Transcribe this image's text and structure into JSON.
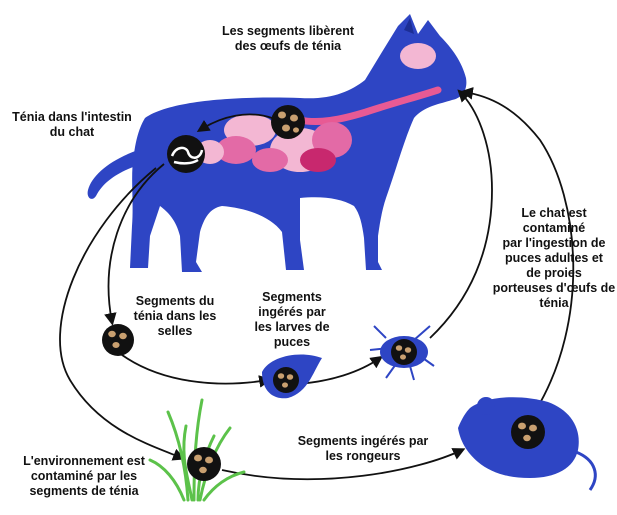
{
  "labels": {
    "segments_release": "Les segments libèrent",
    "segments_release_2": "des œufs de ténia",
    "tapeworm_intestine": "Ténia dans l'intestin",
    "tapeworm_intestine_2": "du chat",
    "segments_stool": "Segments du",
    "segments_stool_2": "ténia dans les",
    "segments_stool_3": "selles",
    "segments_flea_larvae": "Segments",
    "segments_flea_larvae_2": "ingérés par",
    "segments_flea_larvae_3": "les larves de",
    "segments_flea_larvae_4": "puces",
    "cat_contaminated": "Le chat est",
    "cat_contaminated_2": "contaminé",
    "cat_contaminated_3": "par l'ingestion de",
    "cat_contaminated_4": "puces adultes et",
    "cat_contaminated_5": "de proies",
    "cat_contaminated_6": "porteuses d'œufs de",
    "cat_contaminated_7": "ténia",
    "environment": "L'environnement est",
    "environment_2": "contaminé par les",
    "environment_3": "segments de ténia",
    "rodents": "Segments ingérés par",
    "rodents_2": "les rongeurs"
  },
  "colors": {
    "cat_body": "#2e45c4",
    "organs_light": "#f3b7d3",
    "organs_mid": "#e36aa6",
    "organs_dark": "#c8286e",
    "intestine": "#e85a94",
    "stage_circle": "#111111",
    "egg": "#c9a070",
    "grass": "#5cc24a",
    "mouse": "#2e45c4",
    "arrow": "#111111"
  },
  "icons": [
    "cat-silhouette",
    "grass-icon",
    "flea-icon",
    "flea-larva-icon",
    "mouse-icon",
    "egg-cluster-icon",
    "tapeworm-icon"
  ]
}
